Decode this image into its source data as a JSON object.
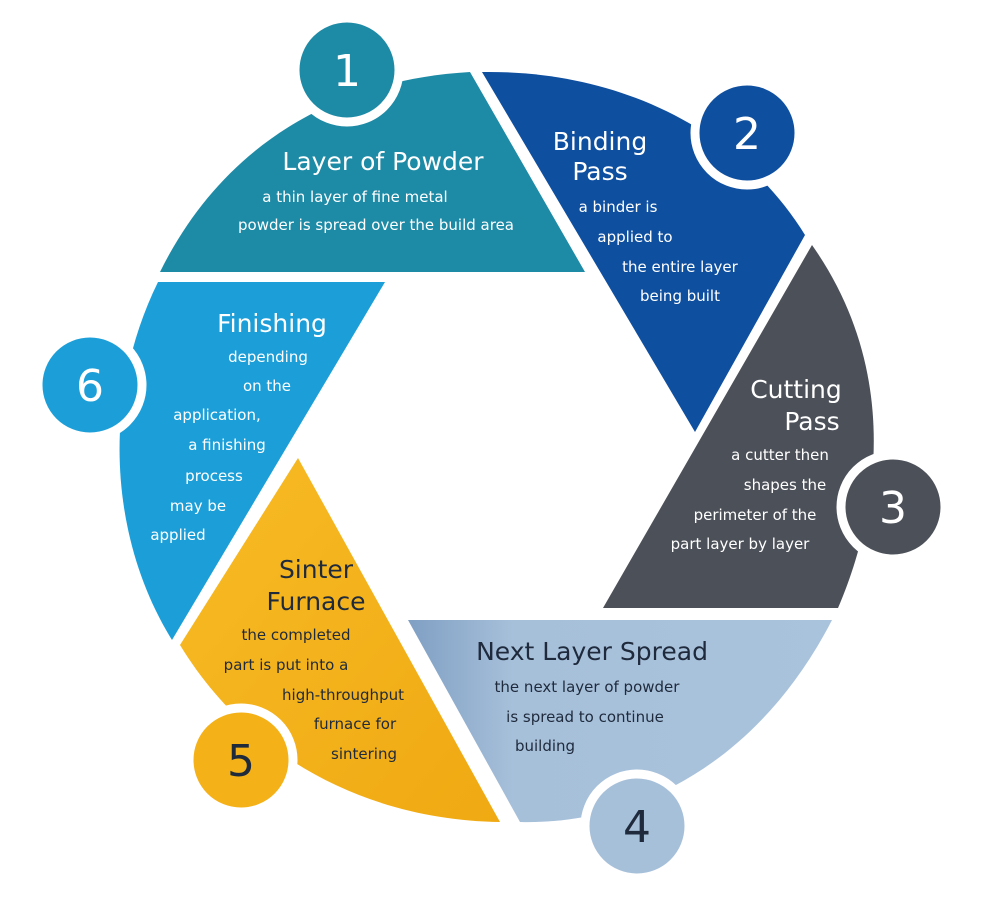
{
  "colors": {
    "step1": "#1d8aa6",
    "step2": "#0f4fa0",
    "step3": "#4c5058",
    "step4": "#a7c0da",
    "step5": "#f4b118",
    "step6": "#1c9fd8"
  },
  "steps": [
    {
      "number": "1",
      "title_lines": [
        "Layer of Powder"
      ],
      "desc_lines": [
        "a thin layer of fine metal",
        "powder is spread over the build area"
      ]
    },
    {
      "number": "2",
      "title_lines": [
        "Binding",
        "Pass"
      ],
      "desc_lines": [
        "a binder is",
        "applied to",
        "the entire layer",
        "being built"
      ]
    },
    {
      "number": "3",
      "title_lines": [
        "Cutting",
        "Pass"
      ],
      "desc_lines": [
        "a cutter then",
        "shapes the",
        "perimeter of the",
        "part layer by layer"
      ]
    },
    {
      "number": "4",
      "title_lines": [
        "Next Layer Spread"
      ],
      "desc_lines": [
        "the next layer of powder",
        "is spread to continue",
        "building"
      ]
    },
    {
      "number": "5",
      "title_lines": [
        "Sinter",
        "Furnace"
      ],
      "desc_lines": [
        "the completed",
        "part is put into a",
        "high-throughput",
        "furnace for",
        "sintering"
      ]
    },
    {
      "number": "6",
      "title_lines": [
        "Finishing"
      ],
      "desc_lines": [
        "depending",
        "on the",
        "application,",
        "a finishing",
        "process",
        "may be",
        "applied"
      ]
    }
  ]
}
